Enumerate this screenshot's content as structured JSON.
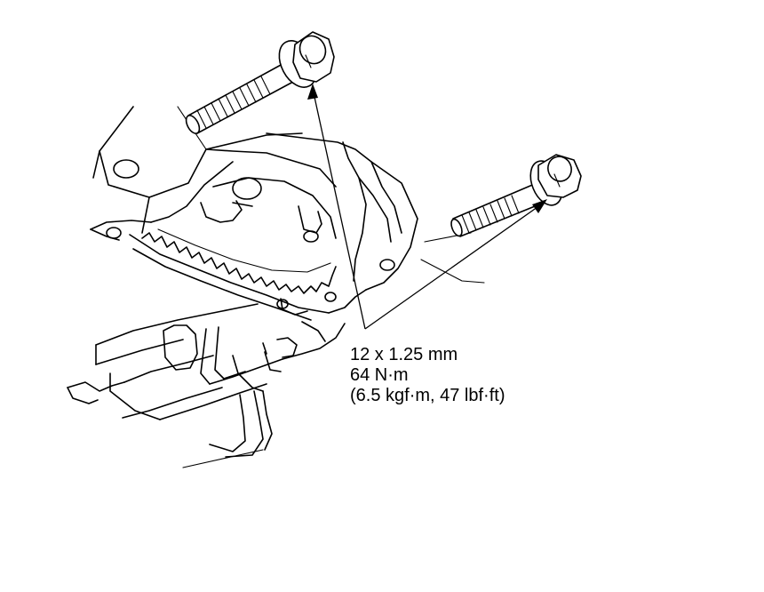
{
  "spec": {
    "line1": "12 x 1.25 mm",
    "line2": "64 N·m",
    "line3": "(6.5 kgf·m, 47 lbf·ft)"
  },
  "colors": {
    "ink": "#000000",
    "paper": "#ffffff"
  }
}
